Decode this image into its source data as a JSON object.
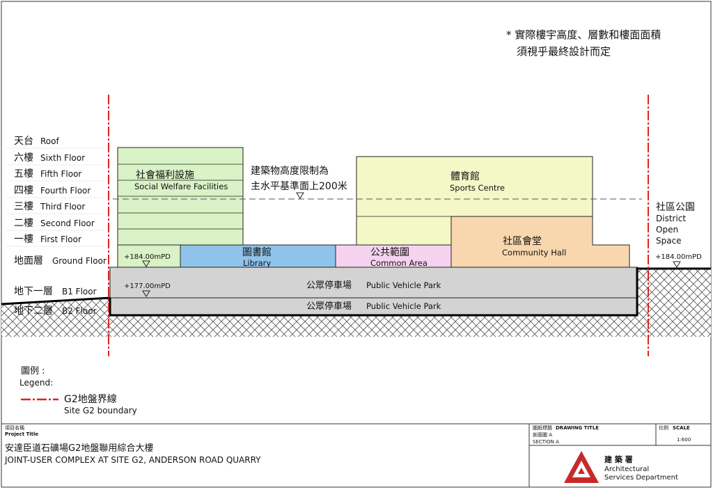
{
  "note": {
    "line1": "* 實際樓宇高度、層數和樓面面積",
    "line2": "須視乎最終設計而定"
  },
  "floors": [
    {
      "zh": "天台",
      "en": "Roof"
    },
    {
      "zh": "六樓",
      "en": "Sixth Floor"
    },
    {
      "zh": "五樓",
      "en": "Fifth Floor"
    },
    {
      "zh": "四樓",
      "en": "Fourth Floor"
    },
    {
      "zh": "三樓",
      "en": "Third Floor"
    },
    {
      "zh": "二樓",
      "en": "Second Floor"
    },
    {
      "zh": "一樓",
      "en": "First Floor"
    },
    {
      "zh": "地面層",
      "en": "Ground Floor"
    },
    {
      "zh": "地下一層",
      "en": "B1 Floor"
    },
    {
      "zh": "地下二層",
      "en": "B2 Floor"
    }
  ],
  "blocks": {
    "social_welfare": {
      "zh": "社會福利設施",
      "en": "Social Welfare Facilities",
      "color": "#d9f2c6"
    },
    "library": {
      "zh": "圖書館",
      "en": "Library",
      "color": "#8fc3ea"
    },
    "common_area": {
      "zh": "公共範圍",
      "en": "Common Area",
      "color": "#f5d3ef"
    },
    "sports_centre": {
      "zh": "體育館",
      "en": "Sports Centre",
      "color": "#f3f8c6"
    },
    "community_hall": {
      "zh": "社區會堂",
      "en": "Community Hall",
      "color": "#f9d7ae"
    },
    "parking_b1": {
      "zh": "公眾停車場",
      "en": "Public Vehicle Park",
      "color": "#d3d3d3"
    },
    "parking_b2": {
      "zh": "公眾停車場",
      "en": "Public Vehicle Park",
      "color": "#d3d3d3"
    }
  },
  "height_limit": {
    "line1": "建築物高度限制為",
    "line2": "主水平基準面上200米"
  },
  "levels": {
    "ground_left": "+184.00mPD",
    "ground_right": "+184.00mPD",
    "b1": "+177.00mPD"
  },
  "open_space": {
    "zh": "社區公園",
    "en1": "District",
    "en2": "Open",
    "en3": "Space"
  },
  "legend": {
    "title_zh": "圖例 :",
    "title_en": "Legend:",
    "item_zh": "G2地盤界線",
    "item_en": "Site G2 boundary"
  },
  "colors": {
    "boundary": "#e02020",
    "ground_line": "#000000"
  },
  "title_block": {
    "project_label_zh": "項目名稱",
    "project_label_en": "Project Title",
    "project_zh": "安達臣道石礦場G2地盤聯用綜合大樓",
    "project_en": "JOINT-USER COMPLEX AT SITE G2, ANDERSON ROAD QUARRY",
    "drawing_label_zh": "圖紙標題",
    "drawing_label_en": "DRAWING TITLE",
    "drawing_zh": "剖面圖 A",
    "drawing_en": "SECTION A",
    "scale_label_zh": "比例",
    "scale_label_en": "SCALE",
    "scale_value": "1:600",
    "dept_zh": "建 築 署",
    "dept_en1": "Architectural",
    "dept_en2": "Services Department"
  }
}
